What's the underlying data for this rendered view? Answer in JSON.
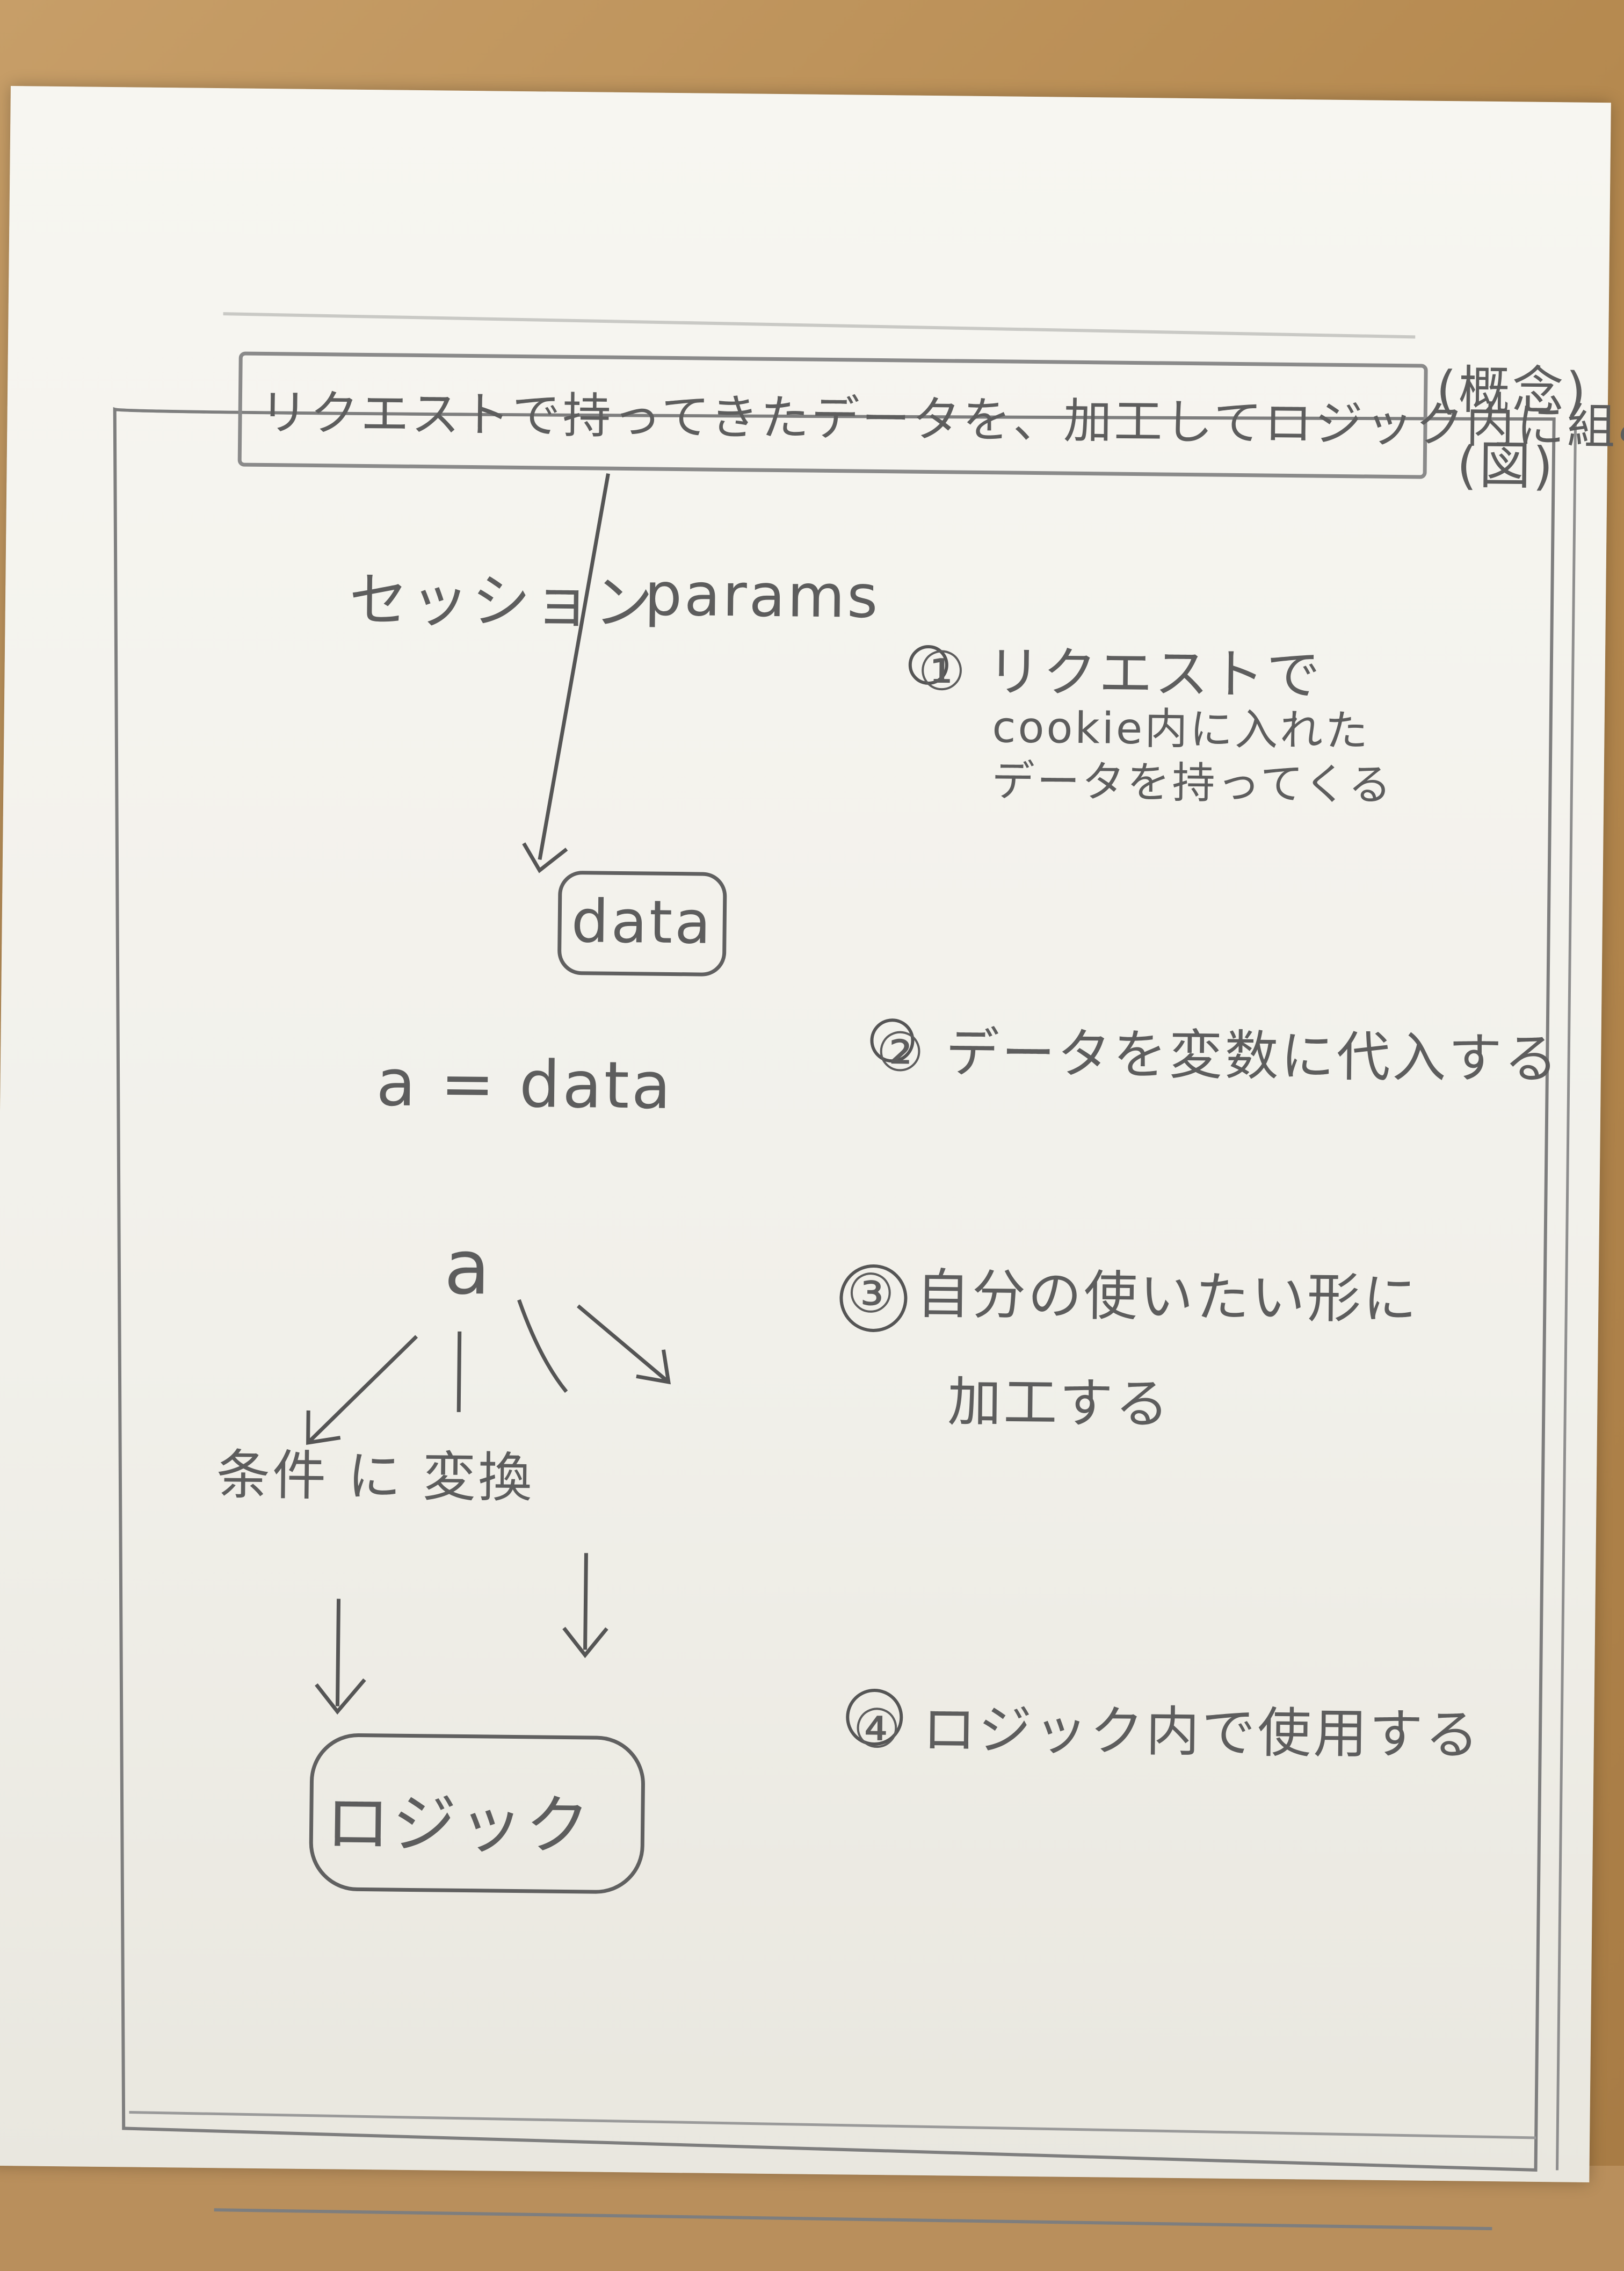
{
  "note": {
    "title": "リクエストで持ってきたデータを、加工してロジック内に組み込むまで",
    "corner_top": "(概念)",
    "corner_bottom": "(図)",
    "left_label": "セッション",
    "params_label": "params",
    "data_box": "data",
    "assign": "a = data",
    "var_a": "a",
    "branches": "条件 に 変換",
    "logic_box": "ロジック",
    "steps": [
      "① リクエストで",
      "cookie内に入れた",
      "データを持ってくる",
      "② データを変数に代入する",
      "③ 自分の使いたい形に",
      "加工する",
      "④ ロジック内で使用する"
    ]
  }
}
